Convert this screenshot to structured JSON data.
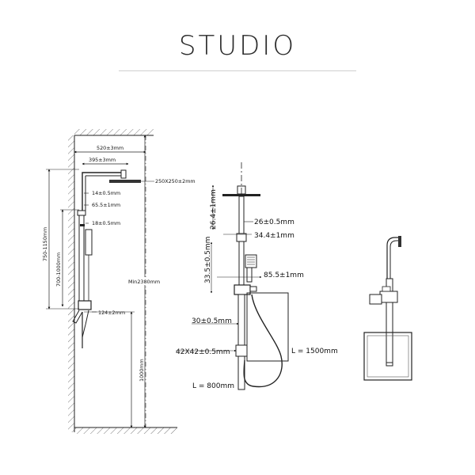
{
  "title": "STUDIO",
  "left_diagram": {
    "dims": {
      "width_total": "520±3mm",
      "arm": "395±3mm",
      "head": "250X250±2mm",
      "d1": "14±0.5mm",
      "d2": "65.5±1mm",
      "d3": "18±0.5mm",
      "vert_outer": "750-1150mm",
      "vert_inner": "700-1000mm",
      "min_height": "Min2380mm",
      "d4": "124±2mm",
      "floor": "1000mm"
    }
  },
  "middle_diagram": {
    "dims": {
      "m1": "26.4±1mm",
      "m2": "26±0.5mm",
      "m3": "34.4±1mm",
      "m4": "33.5±0.5mm",
      "m5": "85.5±1mm",
      "m6": "30±0.5mm",
      "m7": "42X42±0.5mm",
      "hose": "L = 1500mm",
      "bar": "L = 800mm"
    }
  }
}
